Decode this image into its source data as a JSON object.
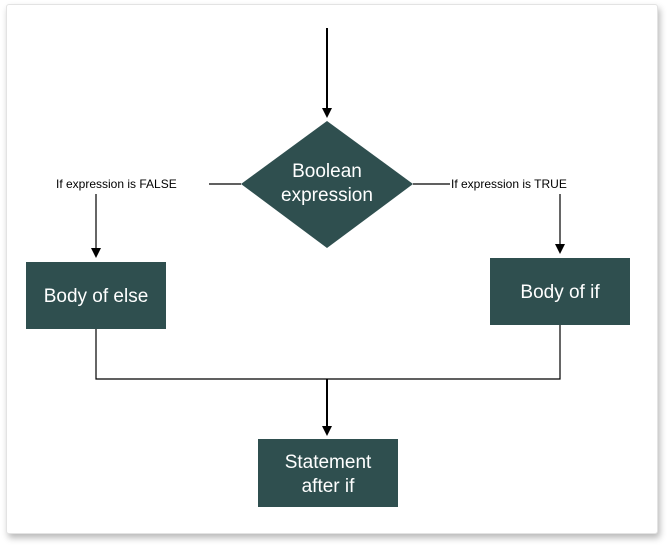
{
  "diagram": {
    "decision": {
      "line1": "Boolean",
      "line2": "expression"
    },
    "false_label": "If expression is FALSE",
    "true_label": "If expression  is TRUE",
    "else_box": {
      "label": "Body of else"
    },
    "if_box": {
      "label": "Body of if"
    },
    "after_box": {
      "line1": "Statement",
      "line2": "after if"
    }
  },
  "colors": {
    "node_fill": "#2f4f4f",
    "node_text": "#ffffff",
    "line": "#000000"
  }
}
